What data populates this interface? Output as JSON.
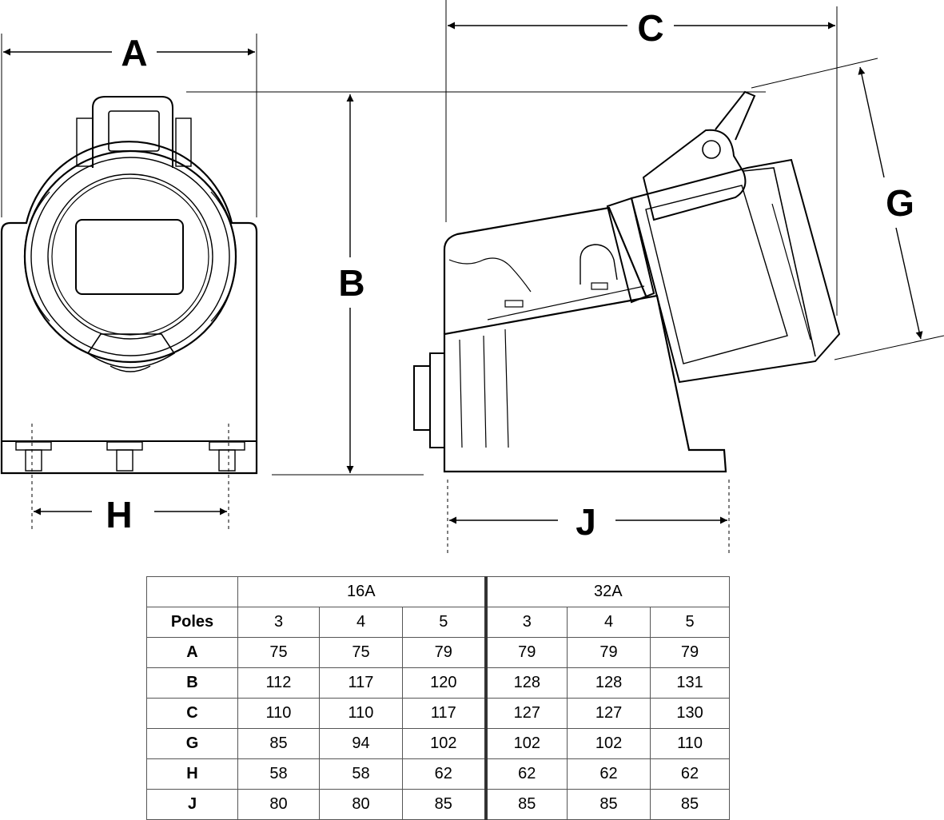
{
  "dimension_labels": {
    "A": "A",
    "B": "B",
    "C": "C",
    "G": "G",
    "H": "H",
    "J": "J"
  },
  "table": {
    "groups": [
      "16A",
      "32A"
    ],
    "poles_label": "Poles",
    "poles": [
      "3",
      "4",
      "5",
      "3",
      "4",
      "5"
    ],
    "rows": [
      {
        "label": "A",
        "values": [
          "75",
          "75",
          "79",
          "79",
          "79",
          "79"
        ]
      },
      {
        "label": "B",
        "values": [
          "112",
          "117",
          "120",
          "128",
          "128",
          "131"
        ]
      },
      {
        "label": "C",
        "values": [
          "110",
          "110",
          "117",
          "127",
          "127",
          "130"
        ]
      },
      {
        "label": "G",
        "values": [
          "85",
          "94",
          "102",
          "102",
          "102",
          "110"
        ]
      },
      {
        "label": "H",
        "values": [
          "58",
          "58",
          "62",
          "62",
          "62",
          "62"
        ]
      },
      {
        "label": "J",
        "values": [
          "80",
          "80",
          "85",
          "85",
          "85",
          "85"
        ]
      }
    ]
  }
}
